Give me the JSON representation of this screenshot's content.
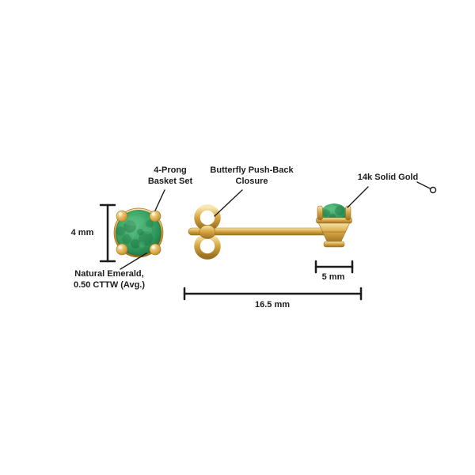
{
  "labels": {
    "prong": "4-Prong\nBasket Set",
    "closure": "Butterfly Push-Back\nClosure",
    "gold": "14k Solid Gold",
    "emerald": "Natural Emerald,\n0.50 CTTW (Avg.)"
  },
  "dimensions": {
    "stone_height": "4 mm",
    "stone_width": "5 mm",
    "total_length": "16.5 mm"
  },
  "colors": {
    "gold_light": "#f8e8b0",
    "gold": "#d9a845",
    "gold_dark": "#9c7120",
    "emerald_light": "#5cc184",
    "emerald": "#2e9a5c",
    "emerald_dark": "#14562f",
    "line": "#1c1c1c",
    "background": "#ffffff"
  }
}
